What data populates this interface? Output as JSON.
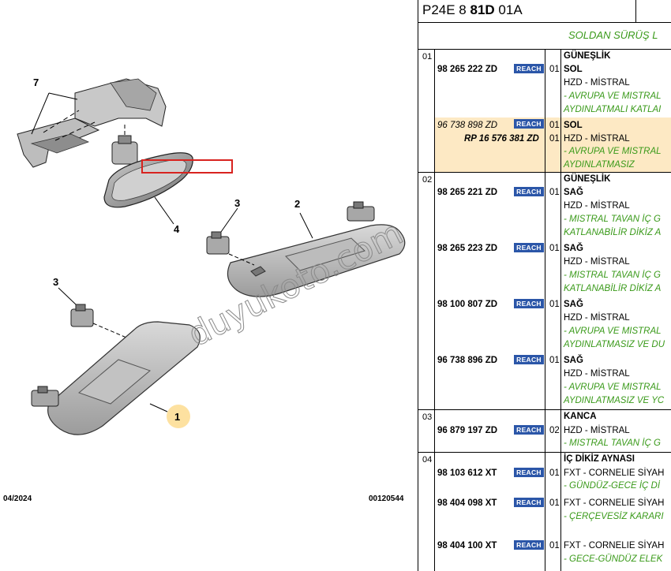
{
  "diagram": {
    "callouts": [
      "7",
      "4",
      "3",
      "2",
      "3",
      "1"
    ],
    "date": "04/2024",
    "ref": "00120544",
    "watermark": "duyukoto.com"
  },
  "header": {
    "code_prefix": "P24E 8 ",
    "code_bold": "81D",
    "code_suffix": " 01A",
    "subtitle": "SOLDAN SÜRÜŞ L"
  },
  "reach_label": "REACH",
  "groups": [
    {
      "num": "01",
      "title": "GÜNEŞLİK",
      "parts": [
        {
          "pn": "98 265 222 ZD",
          "qty": "01",
          "lines": [
            "SOL",
            "HZD - MİSTRAL",
            "- AVRUPA VE MISTRAL",
            "AYDINLATMALI KATLAI"
          ]
        },
        {
          "pn": "96 738 898 ZD",
          "pn2": "RP 16 576 381 ZD",
          "qty": "01",
          "qty2": "01",
          "lines": [
            "SOL",
            "HZD - MİSTRAL",
            "- AVRUPA VE MISTRAL",
            "AYDINLATMASIZ"
          ]
        }
      ]
    },
    {
      "num": "02",
      "title": "GÜNEŞLİK",
      "parts": [
        {
          "pn": "98 265 221 ZD",
          "qty": "01",
          "lines": [
            "SAĞ",
            "HZD - MİSTRAL",
            "- MISTRAL TAVAN İÇ G",
            "KATLANABİLİR DİKİZ A"
          ]
        },
        {
          "pn": "98 265 223 ZD",
          "qty": "01",
          "lines": [
            "SAĞ",
            "HZD - MİSTRAL",
            "- MISTRAL TAVAN İÇ G",
            "KATLANABİLİR DİKİZ A"
          ]
        },
        {
          "pn": "98 100 807 ZD",
          "qty": "01",
          "lines": [
            "SAĞ",
            "HZD - MİSTRAL",
            "- AVRUPA VE MISTRAL",
            "AYDINLATMASIZ VE DU"
          ]
        },
        {
          "pn": "96 738 896 ZD",
          "qty": "01",
          "lines": [
            "SAĞ",
            "HZD - MİSTRAL",
            "- AVRUPA VE MISTRAL",
            "AYDINLATMASIZ VE YC"
          ]
        }
      ]
    },
    {
      "num": "03",
      "title": "KANCA",
      "parts": [
        {
          "pn": "96 879 197 ZD",
          "qty": "02",
          "lines": [
            "HZD - MİSTRAL",
            "- MISTRAL TAVAN İÇ G"
          ]
        }
      ]
    },
    {
      "num": "04",
      "title": "İÇ DİKİZ AYNASI",
      "parts": [
        {
          "pn": "98 103 612 XT",
          "qty": "01",
          "lines": [
            "FXT - CORNELIE SİYAH",
            "- GÜNDÜZ-GECE İÇ Dİ"
          ]
        },
        {
          "pn": "98 404 098 XT",
          "qty": "01",
          "lines": [
            "FXT - CORNELIE SİYAH",
            "- ÇERÇEVESİZ KARARI"
          ]
        },
        {
          "pn": "98 404 100 XT",
          "qty": "01",
          "lines": [
            "FXT - CORNELIE SİYAH",
            "- GECE-GÜNDÜZ ELEK"
          ]
        }
      ]
    }
  ],
  "colors": {
    "reach_bg": "#2b56a8",
    "note_green": "#3a9a1a",
    "highlight_bg": "#fde9c4",
    "red_box": "#d8231f"
  }
}
